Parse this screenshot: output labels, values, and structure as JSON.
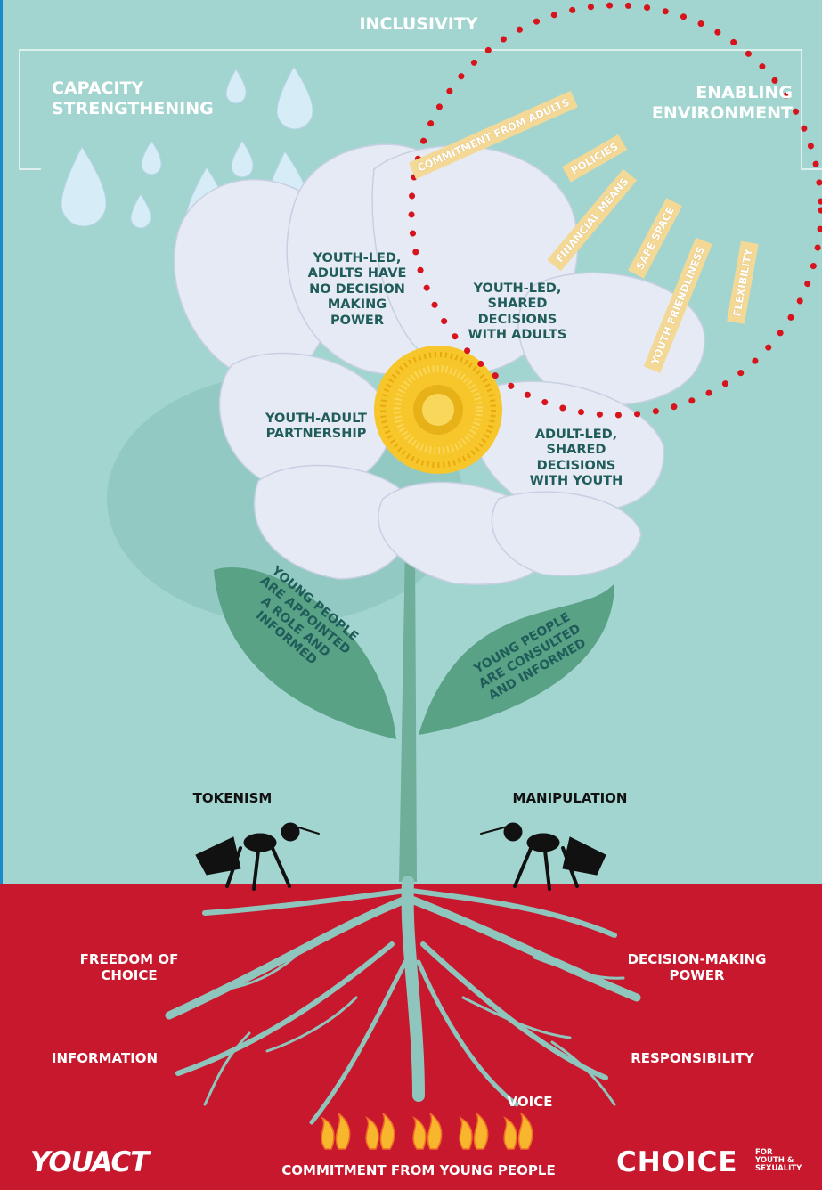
{
  "header": {
    "inclusivity": "INCLUSIVITY",
    "capacity": [
      "CAPACITY",
      "STRENGTHENING"
    ],
    "enabling": [
      "ENABLING",
      "ENVIRONMENT"
    ]
  },
  "enablers": [
    "COMMITMENT FROM ADULTS",
    "POLICIES",
    "FINANCIAL MEANS",
    "SAFE SPACE",
    "YOUTH FRIENDLINESS",
    "FLEXIBILITY"
  ],
  "petals": {
    "p1": [
      "YOUTH-LED,",
      "ADULTS HAVE",
      "NO DECISION",
      "MAKING",
      "POWER"
    ],
    "p2": [
      "YOUTH-LED,",
      "SHARED",
      "DECISIONS",
      "WITH ADULTS"
    ],
    "p3": [
      "YOUTH-ADULT",
      "PARTNERSHIP"
    ],
    "p4": [
      "ADULT-LED,",
      "SHARED",
      "DECISIONS",
      "WITH YOUTH"
    ]
  },
  "leaves": {
    "left": [
      "YOUNG PEOPLE",
      "ARE APPOINTED",
      "A ROLE AND",
      "INFORMED"
    ],
    "right": [
      "YOUNG PEOPLE",
      "ARE CONSULTED",
      "AND INFORMED"
    ]
  },
  "ants": {
    "left": "TOKENISM",
    "right": "MANIPULATION"
  },
  "roots": {
    "freedom": [
      "FREEDOM OF",
      "CHOICE"
    ],
    "information": "INFORMATION",
    "decision": [
      "DECISION-MAKING",
      "POWER"
    ],
    "responsibility": "RESPONSIBILITY",
    "voice": "VOICE",
    "commitment": "COMMITMENT FROM YOUNG PEOPLE"
  },
  "logos": {
    "youact": "YOUACT",
    "choice": "CHOICE",
    "choice_sub": [
      "FOR",
      "YOUTH &",
      "SEXUALITY"
    ]
  },
  "colors": {
    "background": "#a3d5d0",
    "soil": "#c8182e",
    "petal": "#e6eaf4",
    "leaf": "#5aa286",
    "text_dark": "#1f5c5a",
    "tag": "#f4d896",
    "dots": "#d7141c"
  }
}
